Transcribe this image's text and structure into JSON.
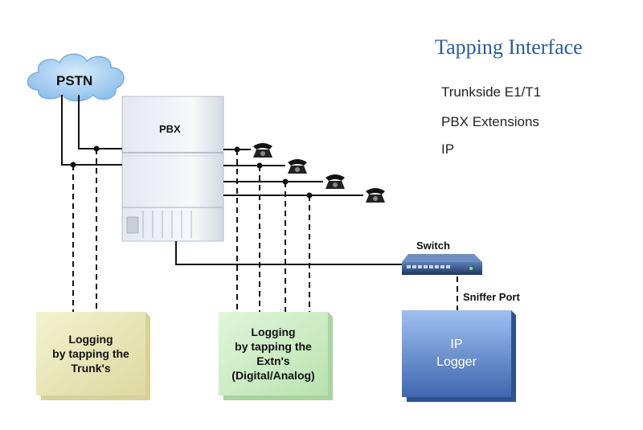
{
  "title": "Tapping Interface",
  "interfaces": [
    "Trunkside E1/T1",
    "PBX Extensions",
    "IP"
  ],
  "labels": {
    "pstn": "PSTN",
    "pbx": "PBX",
    "switch": "Switch",
    "sniffer_port": "Sniffer Port"
  },
  "boxes": {
    "trunk_logging": [
      "Logging",
      "by tapping the",
      "Trunk's"
    ],
    "extn_logging": [
      "Logging",
      "by tapping the",
      "Extn's",
      "(Digital/Analog)"
    ],
    "ip_logger": [
      "IP",
      "Logger"
    ]
  },
  "colors": {
    "title": "#2b5c9a",
    "trunk_box": "#e9e7b4",
    "extn_box": "#cdeec6",
    "ip_box": "#5f8ad0",
    "cloud": "#a9d0f2"
  }
}
